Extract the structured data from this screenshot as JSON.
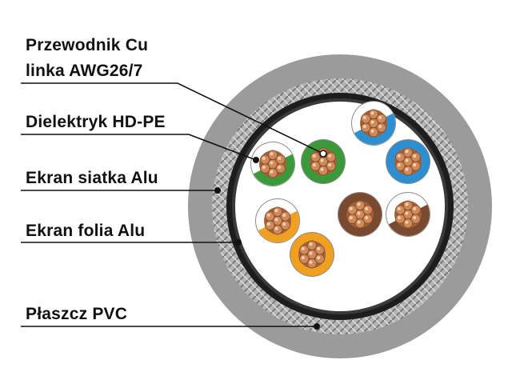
{
  "labels": {
    "conductor_line1": "Przewodnik Cu",
    "conductor_line2": "linka AWG26/7",
    "dielectric": "Dielektryk HD-PE",
    "braid_shield": "Ekran siatka Alu",
    "foil_shield": "Ekran folia Alu",
    "jacket": "Płaszcz PVC"
  },
  "colors": {
    "jacket": "#9b9b9b",
    "braid": "#b8b8b8",
    "foil": "#1d1d1d",
    "core_fill": "#ffffff",
    "copper": "#d08a5a",
    "blue": "#2e8fd0",
    "green": "#3a9a3a",
    "brown": "#7a4a30",
    "orange": "#f0a020",
    "leader": "#111111"
  },
  "pairs": [
    {
      "name": "blue-pair",
      "color": "blue"
    },
    {
      "name": "green-pair",
      "color": "green"
    },
    {
      "name": "brown-pair",
      "color": "brown"
    },
    {
      "name": "orange-pair",
      "color": "orange"
    }
  ]
}
